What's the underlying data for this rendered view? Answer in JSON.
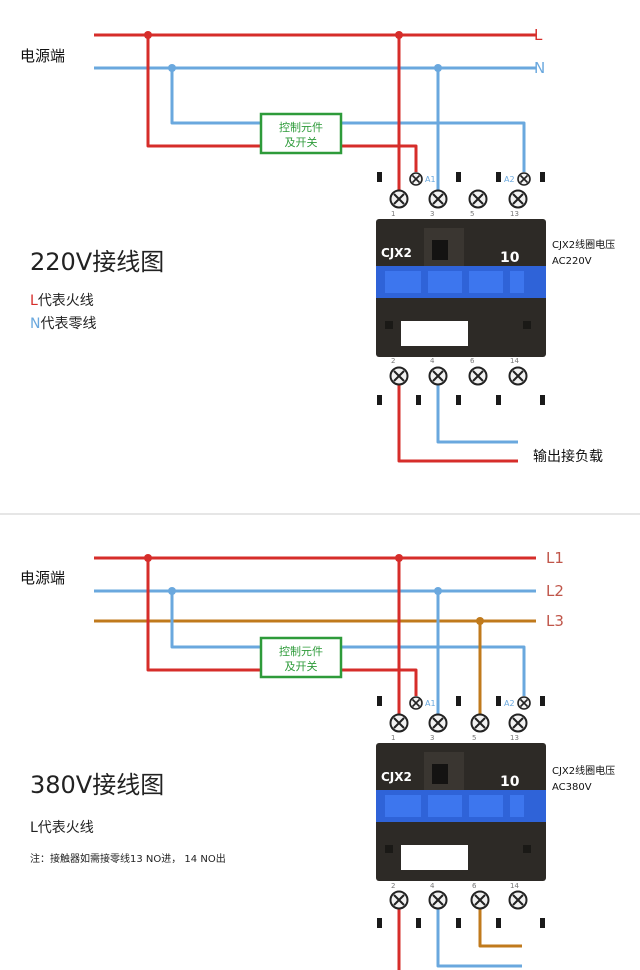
{
  "colors": {
    "live": "#d62d2a",
    "neutral": "#6aa8de",
    "l3": "#c07a1c",
    "control_box": "#2e9b3a",
    "contactor_body": "#2d2a26",
    "contactor_blue": "#2f63d8",
    "separator": "#cccccc"
  },
  "d1": {
    "power_label": "电源端",
    "line_labels": [
      "L",
      "N"
    ],
    "control_line1": "控制元件",
    "control_line2": "及开关",
    "title": "220V接线图",
    "legend_l_mark": "L",
    "legend_l_rest": "代表火线",
    "legend_n_mark": "N",
    "legend_n_rest": "代表零线",
    "model": "CJX2",
    "rating": "10",
    "coil_label": "CJX2线圈电压",
    "coil_voltage": "AC220V",
    "coil_a1": "A1",
    "coil_a2": "A2",
    "top_terminals": [
      "1",
      "3",
      "5",
      "13"
    ],
    "bottom_terminals": [
      "2",
      "4",
      "6",
      "14"
    ],
    "output_label": "输出接负载"
  },
  "d2": {
    "power_label": "电源端",
    "line_labels": [
      "L1",
      "L2",
      "L3"
    ],
    "control_line1": "控制元件",
    "control_line2": "及开关",
    "title": "380V接线图",
    "legend_l": "L代表火线",
    "note": "注：接触器如需接零线13 NO进，  14 NO出",
    "model": "CJX2",
    "rating": "10",
    "coil_label": "CJX2线圈电压",
    "coil_voltage": "AC380V",
    "coil_a1": "A1",
    "coil_a2": "A2",
    "top_terminals": [
      "1",
      "3",
      "5",
      "13"
    ],
    "bottom_terminals": [
      "2",
      "4",
      "6",
      "14"
    ]
  }
}
